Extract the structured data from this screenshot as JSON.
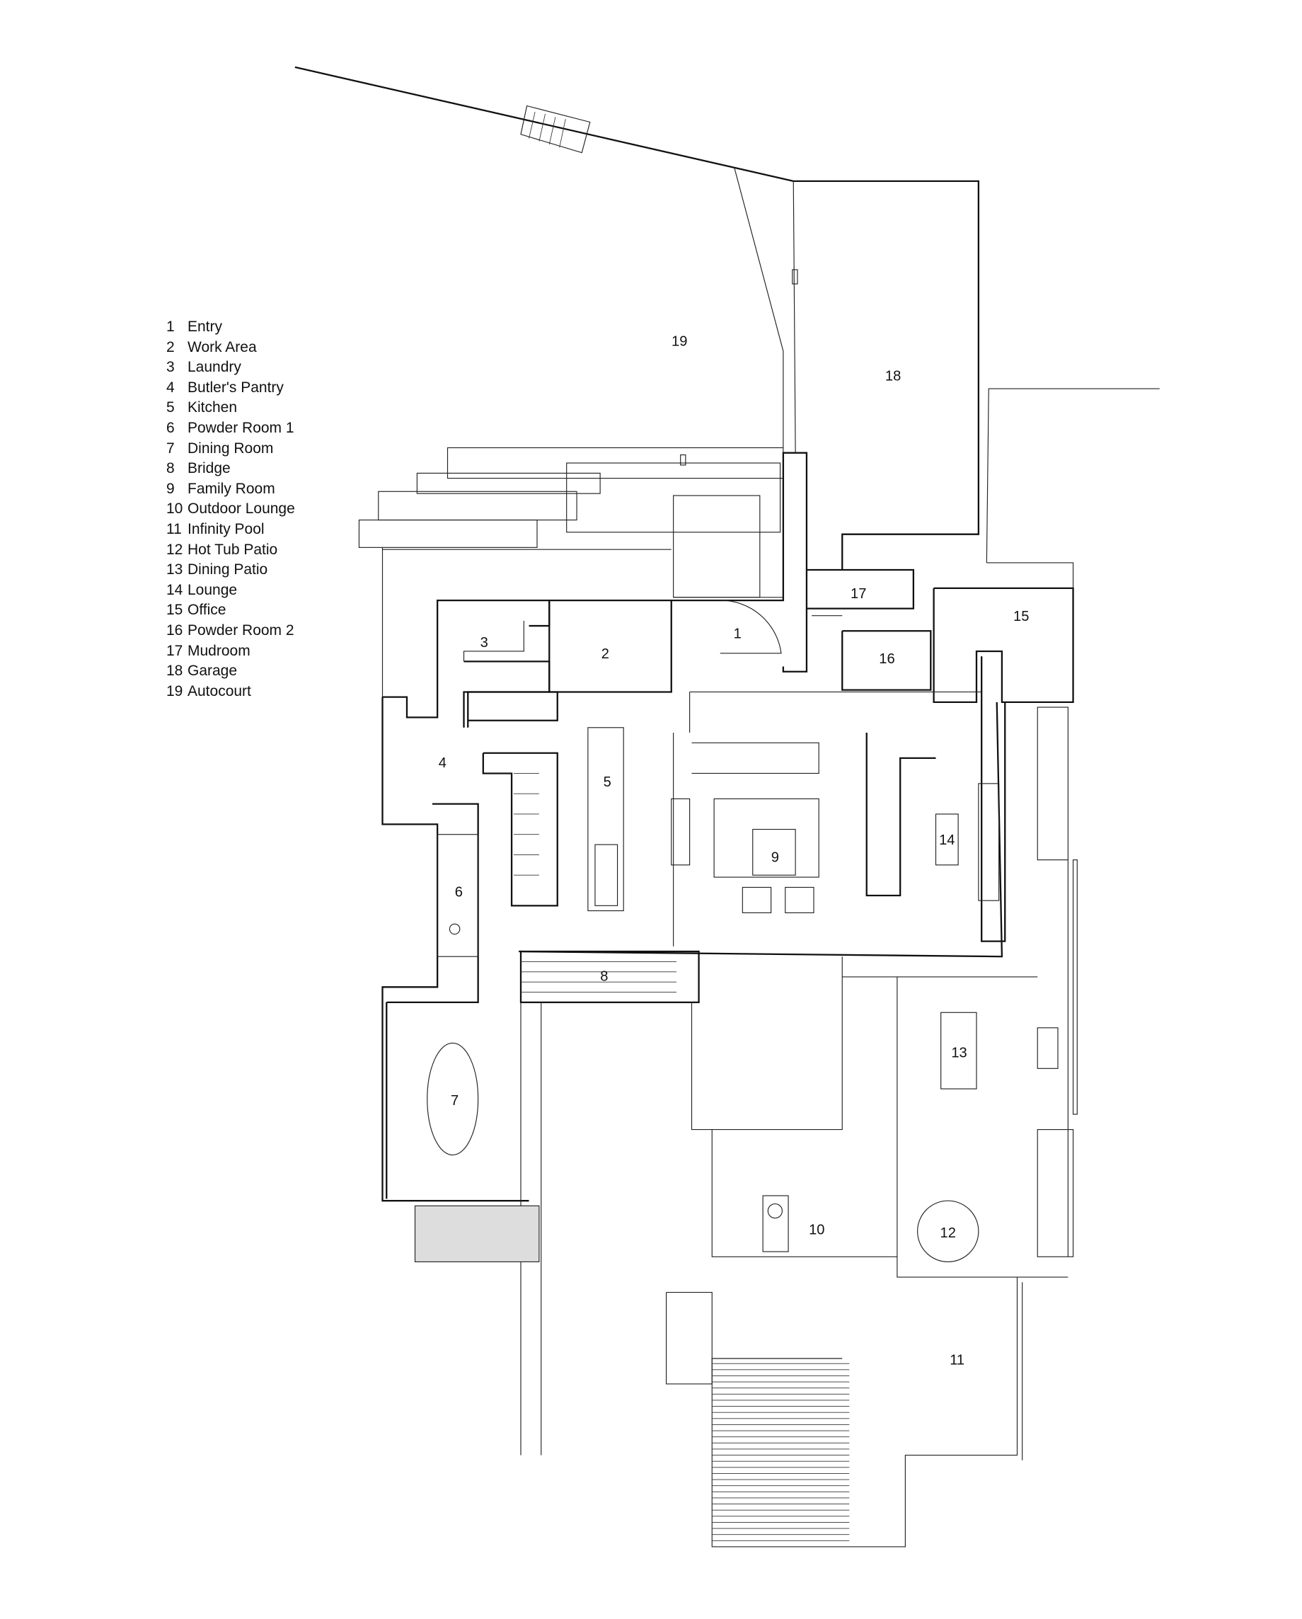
{
  "legend": [
    {
      "num": "1",
      "label": "Entry"
    },
    {
      "num": "2",
      "label": "Work Area"
    },
    {
      "num": "3",
      "label": "Laundry"
    },
    {
      "num": "4",
      "label": "Butler's Pantry"
    },
    {
      "num": "5",
      "label": "Kitchen"
    },
    {
      "num": "6",
      "label": "Powder Room 1"
    },
    {
      "num": "7",
      "label": "Dining Room"
    },
    {
      "num": "8",
      "label": "Bridge"
    },
    {
      "num": "9",
      "label": "Family Room"
    },
    {
      "num": "10",
      "label": "Outdoor Lounge"
    },
    {
      "num": "11",
      "label": "Infinity Pool"
    },
    {
      "num": "12",
      "label": "Hot Tub Patio"
    },
    {
      "num": "13",
      "label": "Dining Patio"
    },
    {
      "num": "14",
      "label": "Lounge"
    },
    {
      "num": "15",
      "label": "Office"
    },
    {
      "num": "16",
      "label": "Powder Room 2"
    },
    {
      "num": "17",
      "label": "Mudroom"
    },
    {
      "num": "18",
      "label": "Garage"
    },
    {
      "num": "19",
      "label": "Autocourt"
    }
  ]
}
